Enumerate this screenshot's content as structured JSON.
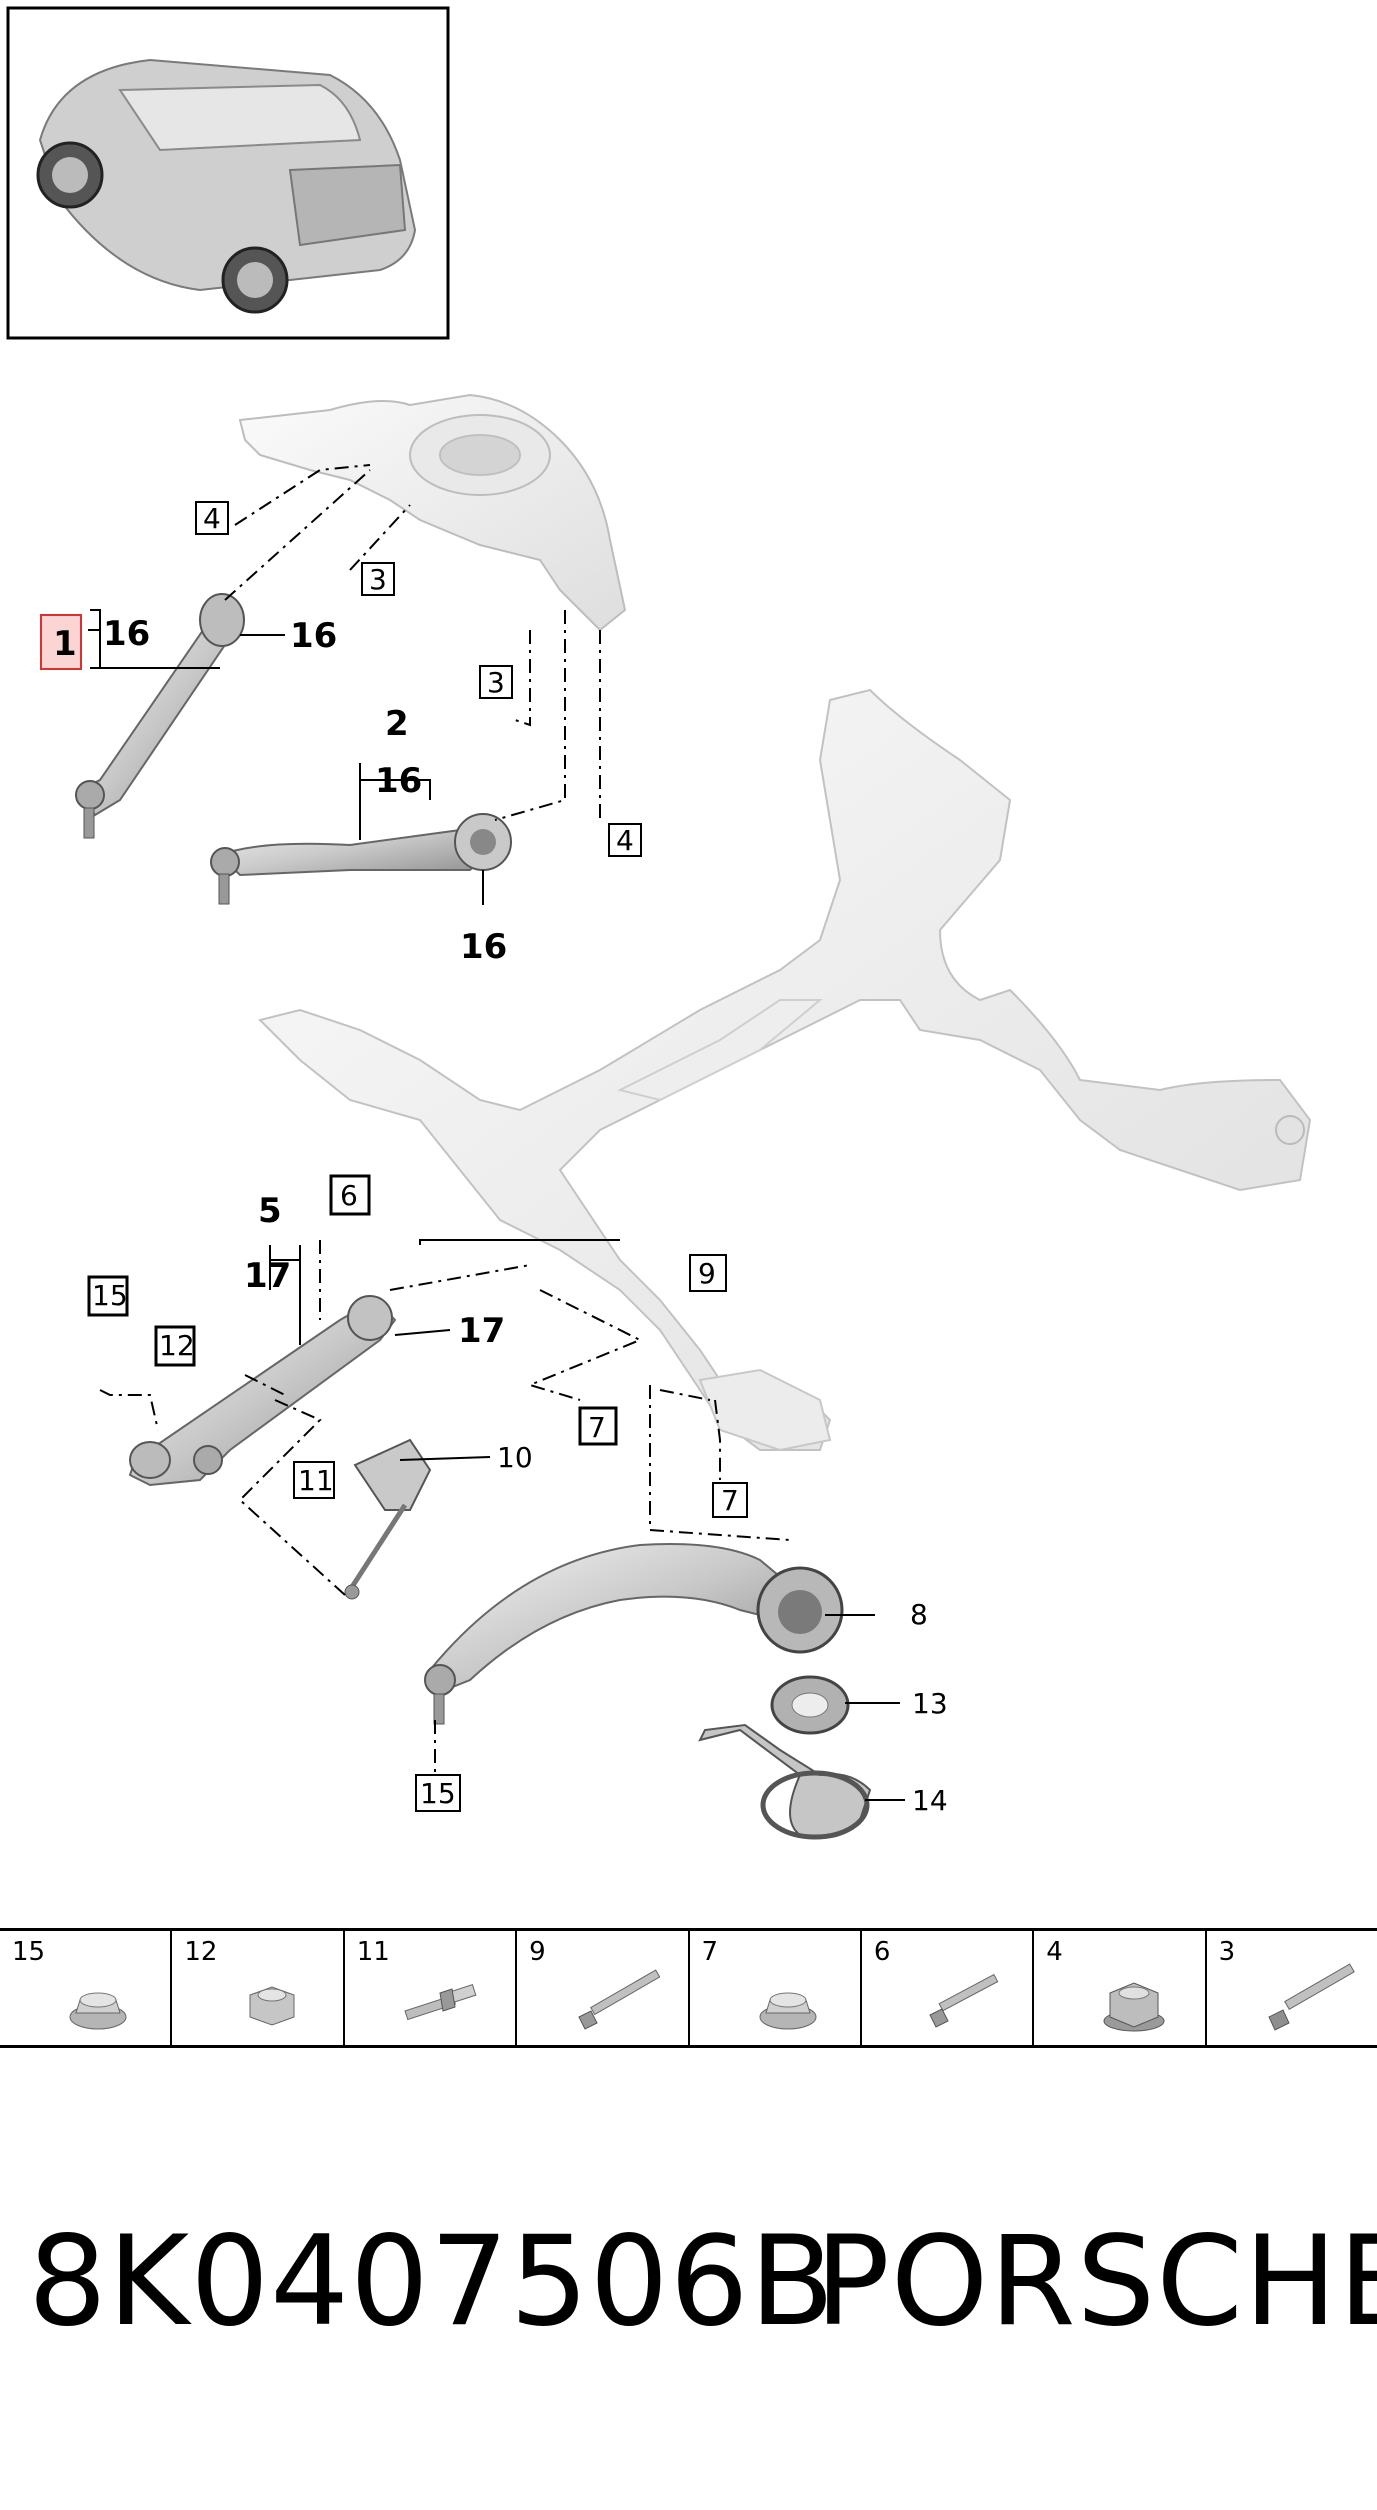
{
  "callouts": {
    "c1": "1",
    "c2": "2",
    "c3a": "3",
    "c3b": "3",
    "c4a": "4",
    "c4b": "4",
    "c5": "5",
    "c6": "6",
    "c7a": "7",
    "c7b": "7",
    "c8": "8",
    "c9": "9",
    "c10": "10",
    "c11": "11",
    "c12": "12",
    "c13": "13",
    "c14": "14",
    "c15a": "15",
    "c15b": "15",
    "c16a": "16",
    "c16b": "16",
    "c16c": "16",
    "c16d": "16",
    "c17a": "17",
    "c17b": "17"
  },
  "parts_table": [
    {
      "num": "15",
      "icon": "flange-nut-icon"
    },
    {
      "num": "12",
      "icon": "hex-nut-icon"
    },
    {
      "num": "11",
      "icon": "stud-bolt-icon"
    },
    {
      "num": "9",
      "icon": "long-bolt-icon"
    },
    {
      "num": "7",
      "icon": "flange-nut-icon"
    },
    {
      "num": "6",
      "icon": "short-bolt-icon"
    },
    {
      "num": "4",
      "icon": "large-nut-icon"
    },
    {
      "num": "3",
      "icon": "long-bolt-icon"
    }
  ],
  "footer": {
    "part_number": "8K0407506B",
    "brand": "PORSCHE"
  }
}
